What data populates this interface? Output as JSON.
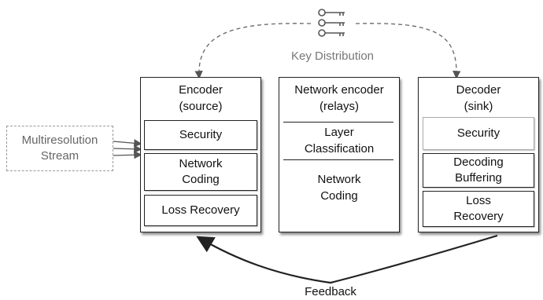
{
  "key_distribution": {
    "label": "Key Distribution"
  },
  "stream": {
    "line1": "Multiresolution",
    "line2": "Stream"
  },
  "encoder": {
    "title1": "Encoder",
    "title2": "(source)",
    "security": "Security",
    "network_coding1": "Network",
    "network_coding2": "Coding",
    "loss_recovery": "Loss Recovery"
  },
  "network_encoder": {
    "title1": "Network encoder",
    "title2": "(relays)",
    "layer1": "Layer",
    "layer2": "Classification",
    "coding1": "Network",
    "coding2": "Coding"
  },
  "decoder": {
    "title1": "Decoder",
    "title2": "(sink)",
    "security": "Security",
    "decoding1": "Decoding",
    "decoding2": "Buffering",
    "loss1": "Loss",
    "loss2": "Recovery"
  },
  "feedback": {
    "label": "Feedback"
  },
  "icons": {
    "keys": "keys-icon"
  },
  "colors": {
    "stroke": "#222222",
    "muted": "#666666",
    "dashed": "#999999"
  }
}
